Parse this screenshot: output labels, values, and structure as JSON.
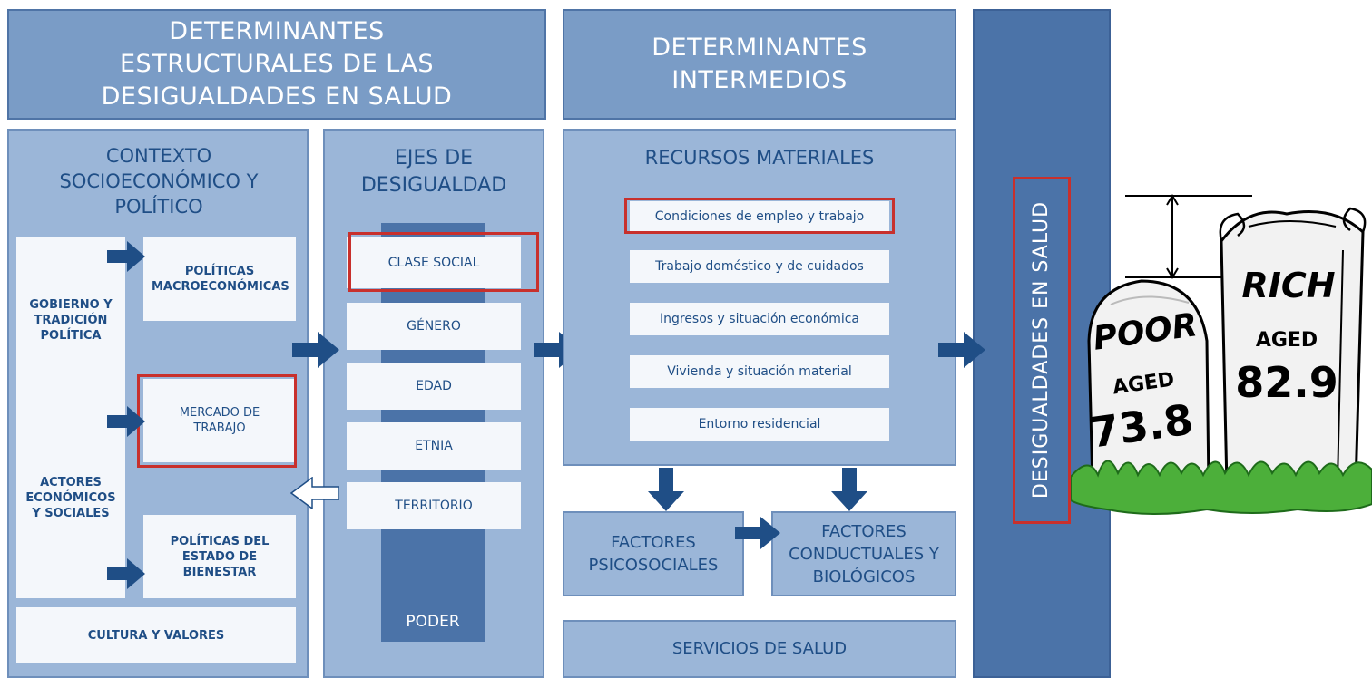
{
  "colors": {
    "header_fill": "#7a9cc6",
    "panel_fill": "#9bb6d8",
    "dark_band": "#4b73a8",
    "text_blue": "#1f4e86",
    "highlight_red": "#c8302c",
    "arrow_blue": "#1f4e86"
  },
  "headers": {
    "structural": "DETERMINANTES ESTRUCTURALES DE LAS DESIGUALDADES EN SALUD",
    "intermediate": "DETERMINANTES INTERMEDIOS"
  },
  "context": {
    "title": "CONTEXTO SOCIOECONÓMICO Y POLÍTICO",
    "left_top": "GOBIERNO Y TRADICIÓN POLÍTICA",
    "left_bottom": "ACTORES ECONÓMICOS Y SOCIALES",
    "policies": [
      "POLÍTICAS MACROECONÓMICAS",
      "MERCADO DE TRABAJO",
      "POLÍTICAS DEL ESTADO DE BIENESTAR"
    ],
    "culture": "CULTURA Y VALORES"
  },
  "axes": {
    "title": "EJES DE DESIGUALDAD",
    "items": [
      "CLASE SOCIAL",
      "GÉNERO",
      "EDAD",
      "ETNIA",
      "TERRITORIO"
    ],
    "bottom": "PODER"
  },
  "resources": {
    "title": "RECURSOS MATERIALES",
    "items": [
      "Condiciones de empleo y trabajo",
      "Trabajo doméstico y de cuidados",
      "Ingresos y situación económica",
      "Vivienda y situación material",
      "Entorno residencial"
    ]
  },
  "factors": {
    "psychosocial": "FACTORES PSICOSOCIALES",
    "behavioral": "FACTORES CONDUCTUALES Y BIOLÓGICOS"
  },
  "health_services": "SERVICIOS DE SALUD",
  "outcome": "DESIGUALDADES EN SALUD",
  "cartoon": {
    "rich": "RICH",
    "rich_aged": "AGED",
    "rich_value": "82.9",
    "poor": "POOR",
    "poor_aged": "AGED",
    "poor_value": "73.8"
  }
}
